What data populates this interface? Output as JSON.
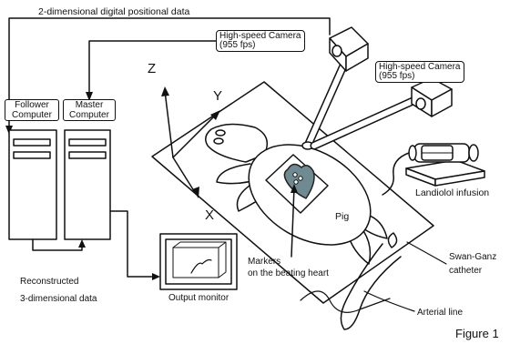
{
  "top_label": "2-dimensional digital positional data",
  "camera_left": {
    "line1": "High-speed Camera",
    "line2": "(955 fps)"
  },
  "camera_right": {
    "line1": "High-speed Camera",
    "line2": "(955 fps)"
  },
  "follower": {
    "line1": "Follower",
    "line2": "Computer"
  },
  "master": {
    "line1": "Master",
    "line2": "Computer"
  },
  "axes": {
    "z": "Z",
    "y": "Y",
    "x": "X"
  },
  "pig": "Pig",
  "infusion": "Landiolol infusion",
  "swan": {
    "line1": "Swan-Ganz",
    "line2": "catheter"
  },
  "arterial": "Arterial line",
  "markers": {
    "line1": "Markers",
    "line2": "on the beating heart"
  },
  "reconstructed": {
    "line1": "Reconstructed",
    "line2": "3-dimensional data"
  },
  "monitor": "Output monitor",
  "figure": "Figure 1"
}
